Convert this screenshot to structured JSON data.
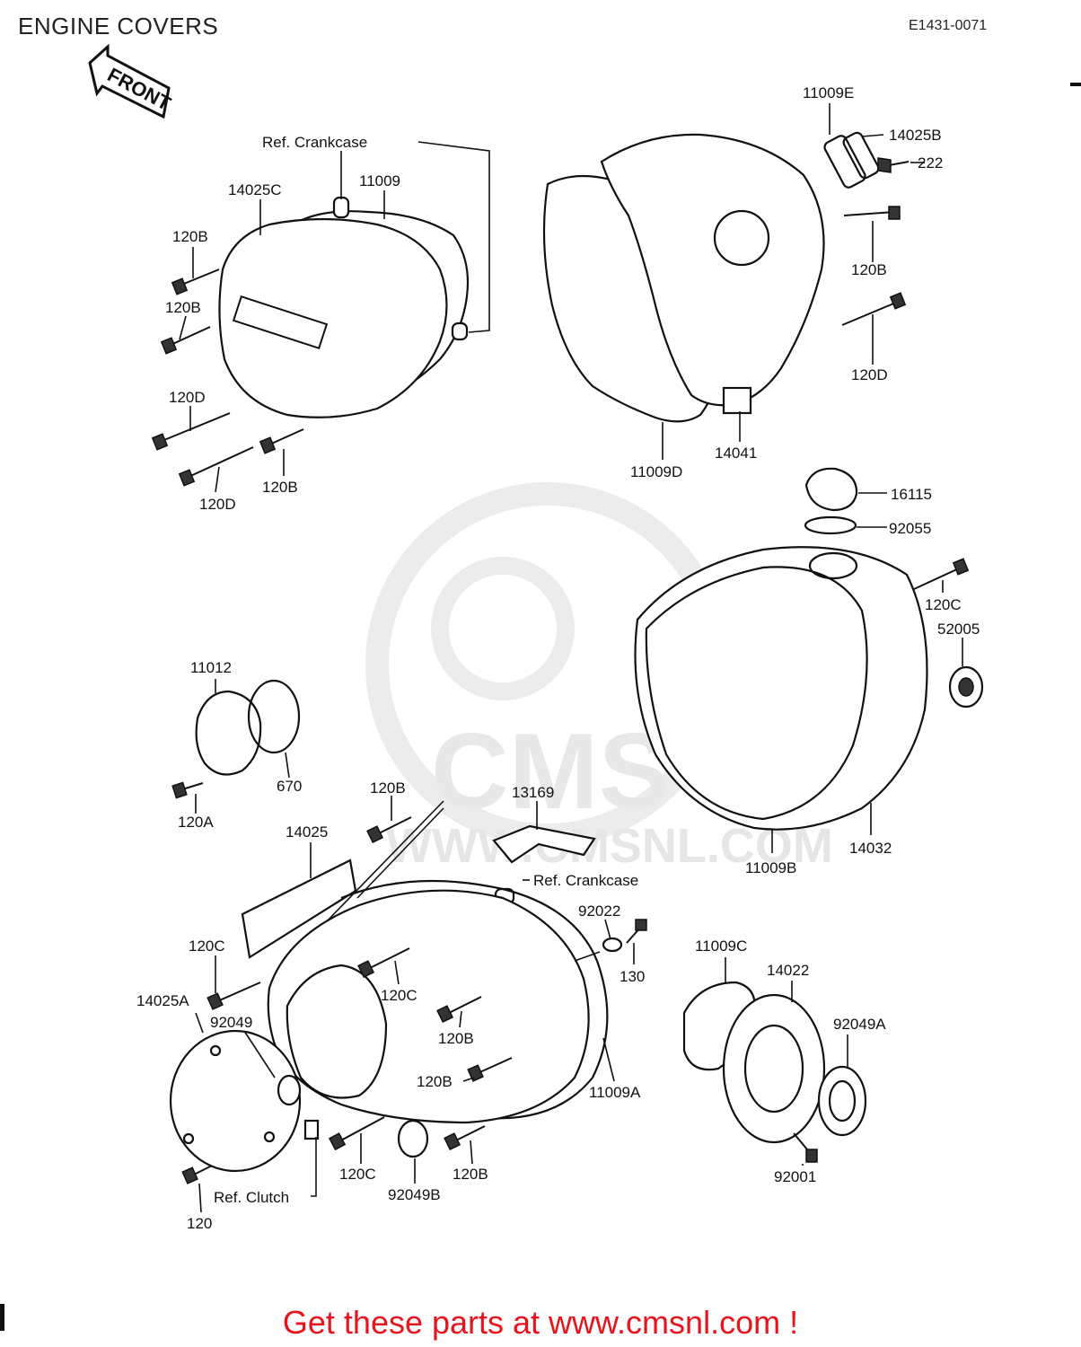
{
  "header": {
    "title": "ENGINE COVERS",
    "diagram_code": "E1431-0071"
  },
  "front_arrow": {
    "label": "FRONT",
    "icon": "front-arrow-icon"
  },
  "watermark": {
    "logo_text": "CMS",
    "url": "WWW.CMSNL.COM"
  },
  "labels": {
    "ref_crankcase_top": "Ref.  Crankcase",
    "p11009": "11009",
    "p14025C": "14025C",
    "p120B_a": "120B",
    "p120B_b": "120B",
    "p120D_a": "120D",
    "p120D_b": "120D",
    "p120B_c": "120B",
    "p11009E": "11009E",
    "p14025B": "14025B",
    "p222": "222",
    "p120B_d": "120B",
    "p120D_c": "120D",
    "p11009D": "11009D",
    "p14041": "14041",
    "p16115": "16115",
    "p92055": "92055",
    "p120C_a": "120C",
    "p52005": "52005",
    "p11012": "11012",
    "p670": "670",
    "p120A": "120A",
    "p120B_e": "120B",
    "p13169": "13169",
    "p14025": "14025",
    "ref_crankcase_mid": "Ref.  Crankcase",
    "p11009B": "11009B",
    "p14032": "14032",
    "p92022": "92022",
    "p130": "130",
    "p120C_b": "120C",
    "p14025A": "14025A",
    "p92049": "92049",
    "p120C_c": "120C",
    "p120B_f": "120B",
    "p120B_g": "120B",
    "p11009A": "11009A",
    "p11009C": "11009C",
    "p14022": "14022",
    "p92049A": "92049A",
    "p120C_d": "120C",
    "p120B_h": "120B",
    "p92049B": "92049B",
    "p92001": "92001",
    "ref_clutch": "Ref.  Clutch",
    "p120": "120"
  },
  "footer": {
    "cta": "Get these parts at www.cmsnl.com !",
    "color": "#e8141c"
  }
}
